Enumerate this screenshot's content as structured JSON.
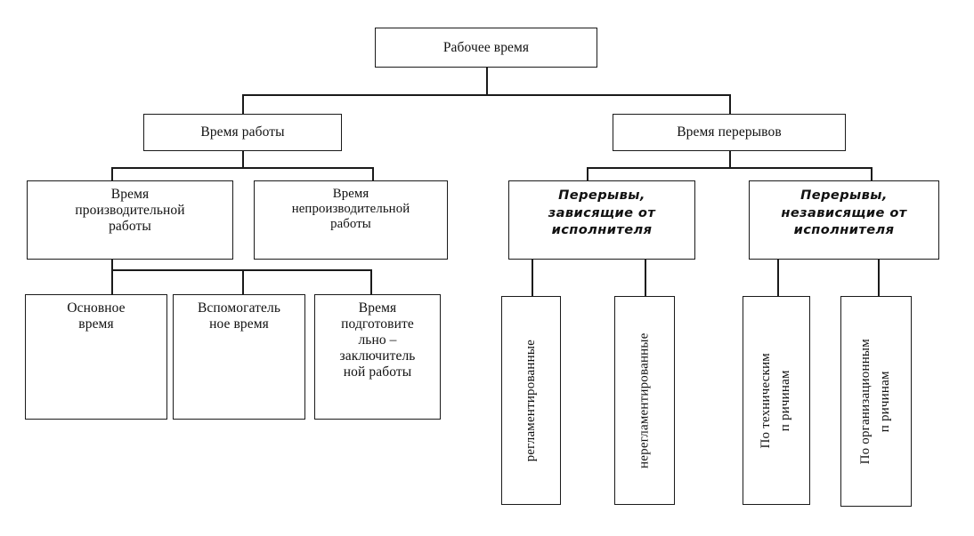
{
  "diagram": {
    "title_node": {
      "label": "Рабочее время"
    },
    "level2": {
      "work": {
        "label": "Время работы"
      },
      "breaks": {
        "label": "Время перерывов"
      }
    },
    "level3": {
      "productive": {
        "label": "Время\nпроизводительной\nработы"
      },
      "unproductive": {
        "label": "Время\nнепроизводительной\nработы"
      },
      "dependent": {
        "label": "Перерывы,\nзависящие от\nисполнителя"
      },
      "independent": {
        "label": "Перерывы,\nнезависящие от\nисполнителя"
      }
    },
    "level4": {
      "main_time": {
        "label": "Основное\nвремя"
      },
      "auxiliary_time": {
        "label": "Вспомогатель\nное время"
      },
      "prep_final_time": {
        "label": "Время\nподготовите\nльно –\nзаключитель\nной работы"
      },
      "regulated": {
        "label": "регламентированные"
      },
      "unregulated": {
        "label": "нерегламентированные"
      },
      "technical_reasons": {
        "label": "По техническим\nп ричинам"
      },
      "organizational_reasons": {
        "label": "По организационным\nп ричинам"
      }
    }
  },
  "colors": {
    "ink": "#1a1a1a",
    "background": "#ffffff"
  }
}
